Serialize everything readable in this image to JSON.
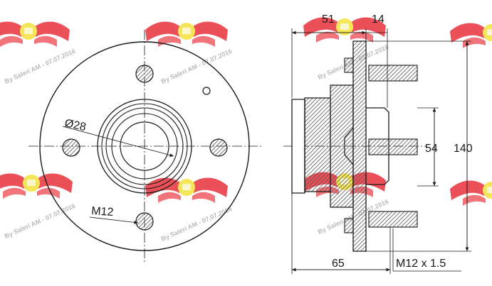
{
  "front_view": {
    "diameter_label": "Ø28",
    "thread_label": "M12"
  },
  "side_view": {
    "dim_top_left": "51",
    "dim_top_right": "14",
    "dim_pcd": "54",
    "dim_outer": "140",
    "dim_bottom": "65",
    "thread_spec": "M12 x 1.5"
  },
  "watermark": {
    "text": "By Saleri AM - 07.07.2016",
    "logo_accent": "#e8313a",
    "logo_center": "#f2e23a",
    "text_color": "#b9b9b9"
  },
  "colors": {
    "ink": "#1a1a1a",
    "hatch": "#555555"
  }
}
